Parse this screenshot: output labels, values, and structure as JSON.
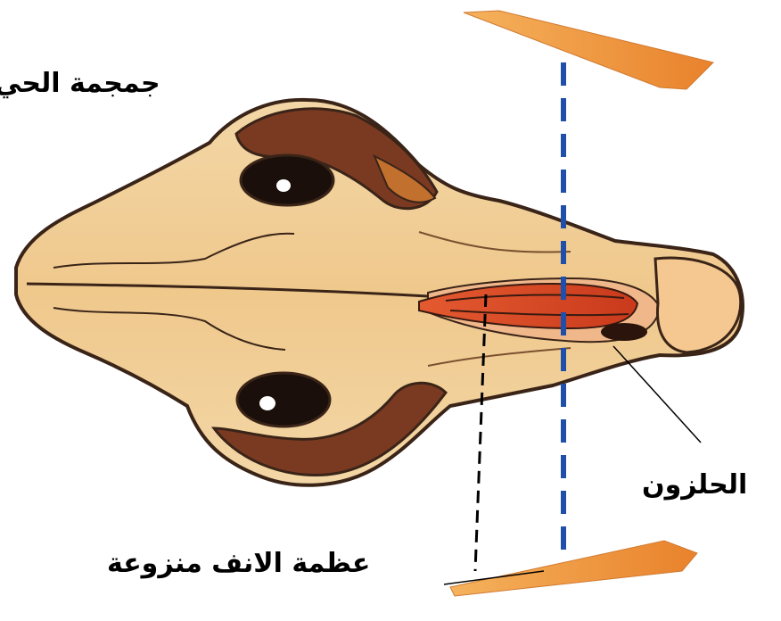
{
  "labels": {
    "skull": "جمجمة الحي",
    "turbinate": "الحلزون",
    "nasal_bone_removed": "عظمة الانف منزوعة"
  },
  "colors": {
    "bone": "#f1cf9a",
    "bone_light": "#f7e2bd",
    "bone_outline": "#3a2418",
    "orbit_brown": "#5e2c1a",
    "orbit_rim": "#8a4a2a",
    "turbinate_red": "#e0502a",
    "nasal_bone_orange": "#f19a3e",
    "cut_line_blue": "#1f4fa8",
    "cut_line_black": "#000000"
  }
}
